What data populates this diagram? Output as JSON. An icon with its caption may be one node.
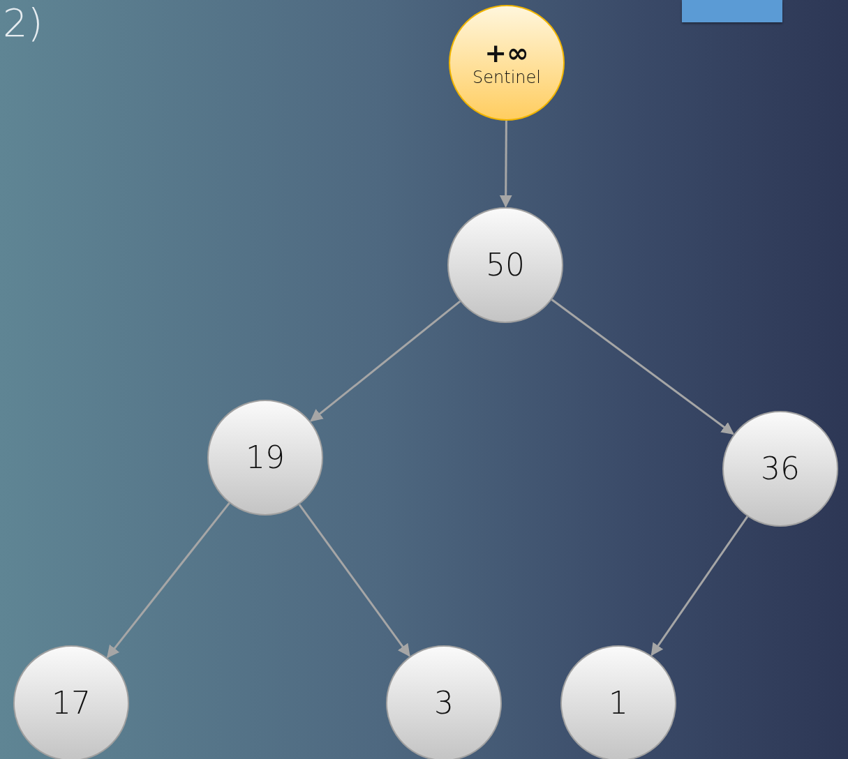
{
  "diagram": {
    "nodes": [
      {
        "text": [
          "+∞",
          "Sentinel"
        ]
      },
      {
        "text": [
          "50"
        ]
      },
      {
        "text": [
          "19"
        ]
      },
      {
        "text": [
          "36"
        ]
      },
      {
        "text": [
          "17"
        ]
      },
      {
        "text": [
          "3"
        ]
      },
      {
        "text": [
          "1"
        ]
      },
      {
        "text": [],
        "shape": "box"
      }
    ],
    "edges": [
      {
        "from": 0,
        "to": 1,
        "arrow": "to"
      },
      {
        "from": 1,
        "to": 2,
        "arrow": "to"
      },
      {
        "from": 1,
        "to": 3,
        "arrow": "to"
      },
      {
        "from": 2,
        "to": 4,
        "arrow": "to"
      },
      {
        "from": 2,
        "to": 5,
        "arrow": "to"
      },
      {
        "from": 3,
        "to": 6,
        "arrow": "to"
      }
    ],
    "labels": [
      "2)"
    ]
  }
}
